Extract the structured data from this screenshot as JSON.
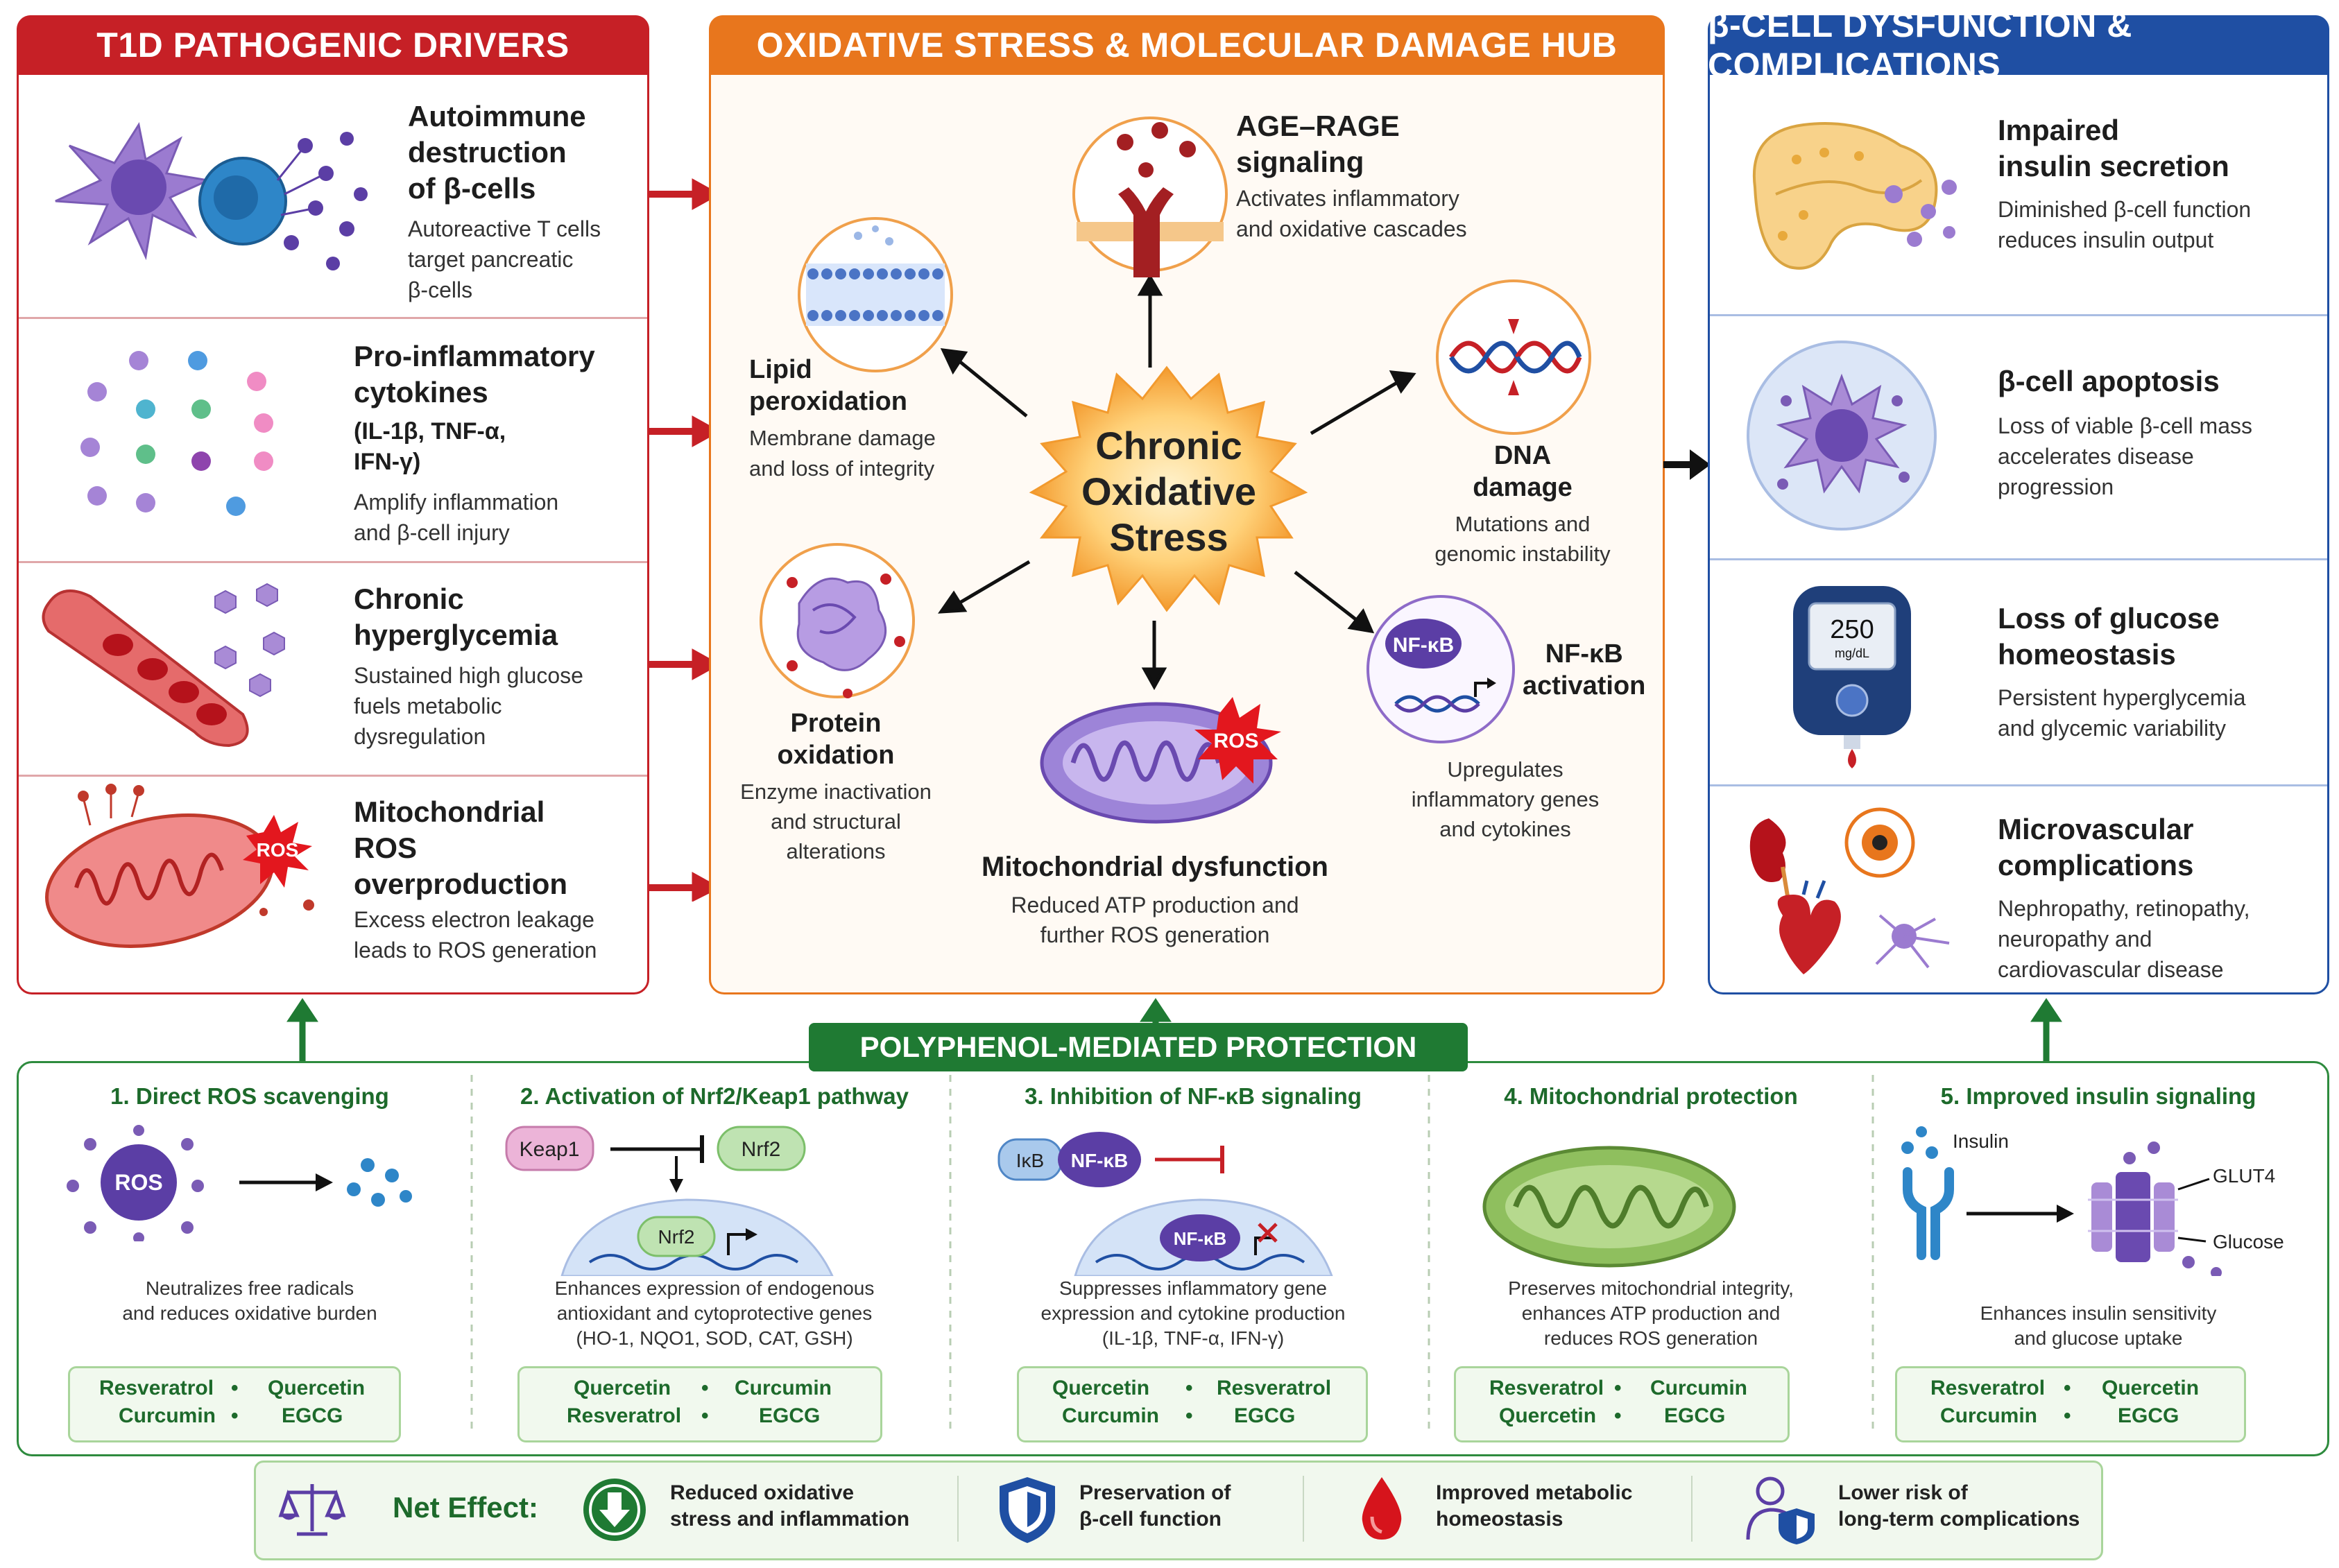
{
  "left_panel": {
    "header": "T1D PATHOGENIC DRIVERS",
    "items": [
      {
        "title_lines": [
          "Autoimmune",
          "destruction",
          "of β-cells"
        ],
        "desc_lines": [
          "Autoreactive T cells",
          "target pancreatic",
          "β-cells"
        ]
      },
      {
        "title_lines": [
          "Pro-inflammatory",
          "cytokines"
        ],
        "sub_lines": [
          "(IL-1β, TNF-α,",
          "IFN-γ)"
        ],
        "desc_lines": [
          "Amplify inflammation",
          "and β-cell injury"
        ]
      },
      {
        "title_lines": [
          "Chronic",
          "hyperglycemia"
        ],
        "desc_lines": [
          "Sustained high glucose",
          "fuels metabolic",
          "dysregulation"
        ]
      },
      {
        "title_lines": [
          "Mitochondrial",
          "ROS",
          "overproduction"
        ],
        "desc_lines": [
          "Excess electron leakage",
          "leads to ROS generation"
        ],
        "icon_label": "ROS"
      }
    ]
  },
  "center_panel": {
    "header": "OXIDATIVE STRESS & MOLECULAR DAMAGE HUB",
    "core_lines": [
      "Chronic",
      "Oxidative",
      "Stress"
    ],
    "nodes": {
      "age_rage": {
        "title_lines": [
          "AGE–RAGE",
          "signaling"
        ],
        "desc_lines": [
          "Activates inflammatory",
          "and oxidative cascades"
        ]
      },
      "lipid": {
        "title_lines": [
          "Lipid",
          "peroxidation"
        ],
        "desc_lines": [
          "Membrane damage",
          "and loss of integrity"
        ]
      },
      "dna": {
        "title_lines": [
          "DNA",
          "damage"
        ],
        "desc_lines": [
          "Mutations and",
          "genomic instability"
        ]
      },
      "protein": {
        "title_lines": [
          "Protein",
          "oxidation"
        ],
        "desc_lines": [
          "Enzyme inactivation",
          "and structural",
          "alterations"
        ]
      },
      "nfkb": {
        "title_lines": [
          "NF-κB",
          "activation"
        ],
        "desc_lines": [
          "Upregulates",
          "inflammatory genes",
          "and cytokines"
        ],
        "icon_label": "NF-κB"
      },
      "mito": {
        "title": "Mitochondrial dysfunction",
        "desc_lines": [
          "Reduced ATP production and",
          "further ROS generation"
        ],
        "icon_label": "ROS"
      }
    }
  },
  "right_panel": {
    "header": "β-CELL DYSFUNCTION & COMPLICATIONS",
    "items": [
      {
        "title_lines": [
          "Impaired",
          "insulin secretion"
        ],
        "desc_lines": [
          "Diminished β-cell function",
          "reduces insulin output"
        ]
      },
      {
        "title_lines": [
          "β-cell apoptosis"
        ],
        "desc_lines": [
          "Loss of viable β-cell mass",
          "accelerates disease",
          "progression"
        ]
      },
      {
        "title_lines": [
          "Loss of glucose",
          "homeostasis"
        ],
        "desc_lines": [
          "Persistent hyperglycemia",
          "and glycemic variability"
        ],
        "meter_value": "250",
        "meter_unit": "mg/dL"
      },
      {
        "title_lines": [
          "Microvascular",
          "complications"
        ],
        "desc_lines": [
          "Nephropathy, retinopathy,",
          "neuropathy and",
          "cardiovascular disease"
        ]
      }
    ]
  },
  "protection": {
    "header": "POLYPHENOL-MEDIATED PROTECTION",
    "mechanisms": [
      {
        "title": "1. Direct ROS scavenging",
        "desc_lines": [
          "Neutralizes free radicals",
          "and reduces oxidative burden"
        ],
        "compounds": [
          "Resveratrol",
          "Quercetin",
          "Curcumin",
          "EGCG"
        ],
        "icon_labels": [
          "ROS"
        ]
      },
      {
        "title": "2. Activation of Nrf2/Keap1 pathway",
        "desc_lines": [
          "Enhances expression of endogenous",
          "antioxidant and cytoprotective genes",
          "(HO-1, NQO1, SOD, CAT, GSH)"
        ],
        "compounds": [
          "Quercetin",
          "Curcumin",
          "Resveratrol",
          "EGCG"
        ],
        "icon_labels": [
          "Keap1",
          "Nrf2",
          "Nrf2"
        ]
      },
      {
        "title": "3. Inhibition of NF-κB signaling",
        "desc_lines": [
          "Suppresses inflammatory gene",
          "expression and cytokine production",
          "(IL-1β, TNF-α, IFN-γ)"
        ],
        "compounds": [
          "Quercetin",
          "Resveratrol",
          "Curcumin",
          "EGCG"
        ],
        "icon_labels": [
          "IκB",
          "NF-κB",
          "NF-κB"
        ]
      },
      {
        "title": "4. Mitochondrial protection",
        "desc_lines": [
          "Preserves mitochondrial integrity,",
          "enhances ATP production and",
          "reduces ROS generation"
        ],
        "compounds": [
          "Resveratrol",
          "Curcumin",
          "Quercetin",
          "EGCG"
        ],
        "icon_labels": []
      },
      {
        "title": "5. Improved insulin signaling",
        "desc_lines": [
          "Enhances insulin sensitivity",
          "and glucose uptake"
        ],
        "compounds": [
          "Resveratrol",
          "Quercetin",
          "Curcumin",
          "EGCG"
        ],
        "icon_labels": [
          "Insulin",
          "GLUT4",
          "Glucose"
        ]
      }
    ]
  },
  "net_effect": {
    "label": "Net Effect:",
    "items": [
      {
        "lines": [
          "Reduced oxidative",
          "stress and inflammation"
        ],
        "icon": "down-arrow-icon"
      },
      {
        "lines": [
          "Preservation of",
          "β-cell function"
        ],
        "icon": "shield-icon"
      },
      {
        "lines": [
          "Improved metabolic",
          "homeostasis"
        ],
        "icon": "blood-drop-icon"
      },
      {
        "lines": [
          "Lower risk of",
          "long-term complications"
        ],
        "icon": "person-shield-icon"
      }
    ]
  },
  "colors": {
    "red": "#c62026",
    "orange": "#e8761d",
    "blue": "#1f4fa3",
    "green": "#1f7a33"
  }
}
